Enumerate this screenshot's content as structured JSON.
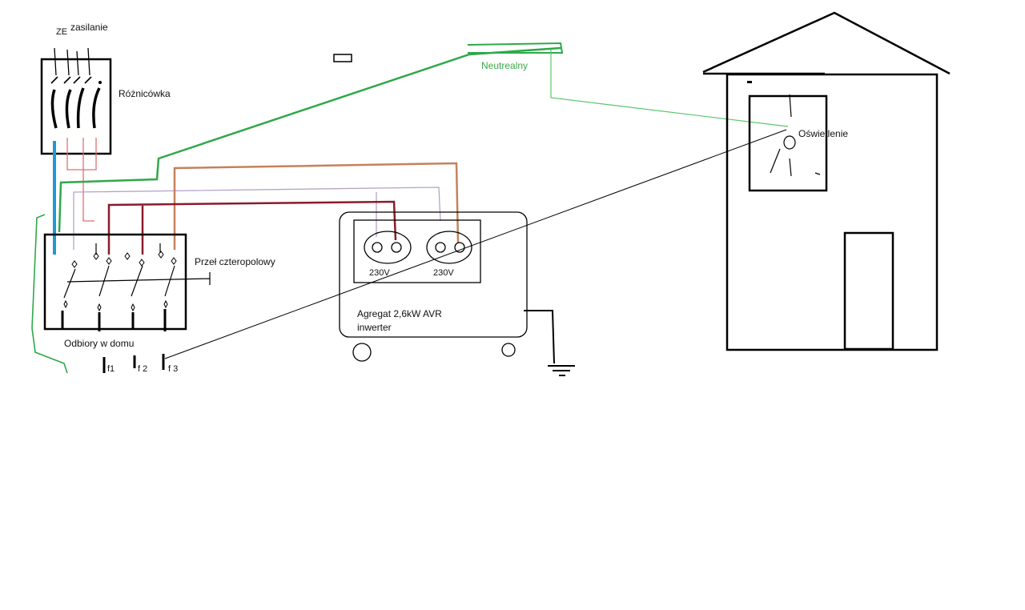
{
  "labels": {
    "ze": "ZE",
    "zasilanie": "zasilanie",
    "roznicowka": "Różnicówka",
    "neutrealny": "Neutrealny",
    "oswietlenie": "Oświetlenie",
    "przel": "Przeł czteropolowy",
    "odbiory": "Odbiory w domu",
    "f1": "f1",
    "f2": "f 2",
    "f3": "f 3",
    "socket1": "230V",
    "socket2": "230V",
    "agregat_line1": "Agregat 2,6kW AVR",
    "agregat_line2": "inwerter"
  },
  "colors": {
    "green_thick": "#2fa84a",
    "green_thin": "#5cc46c",
    "blue": "#1e9ad6",
    "dark_red": "#8b1a2b",
    "brown": "#c4825a",
    "pink": "#e07070",
    "lavender": "#b6a2c8",
    "black": "#000000"
  }
}
